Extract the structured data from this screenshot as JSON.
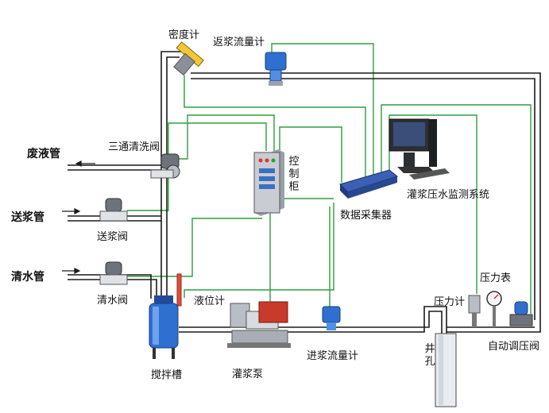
{
  "labels": {
    "density_meter": "密度计",
    "return_flow_meter": "返浆流量计",
    "waste_pipe": "废液管",
    "three_way_valve": "三通清洗阀",
    "control_cabinet": "控制柜",
    "data_collector": "数据采集器",
    "monitor_system": "灌浆压水监测系统",
    "slurry_pipe": "送浆管",
    "slurry_valve": "送浆阀",
    "water_pipe": "清水管",
    "water_valve": "清水阀",
    "level_meter": "液位计",
    "pressure_meter": "压力计",
    "pressure_gauge": "压力表",
    "mixing_tank": "搅拌槽",
    "grout_pump": "灌浆泵",
    "inlet_flow_meter": "进浆流量计",
    "borehole": "井孔",
    "auto_pressure_valve": "自动调压阀"
  },
  "colors": {
    "pipe": "#1a1a1a",
    "signal": "#2e9e3e",
    "device_blue": "#2f6fd0",
    "cabinet": "#c9ccd2"
  }
}
